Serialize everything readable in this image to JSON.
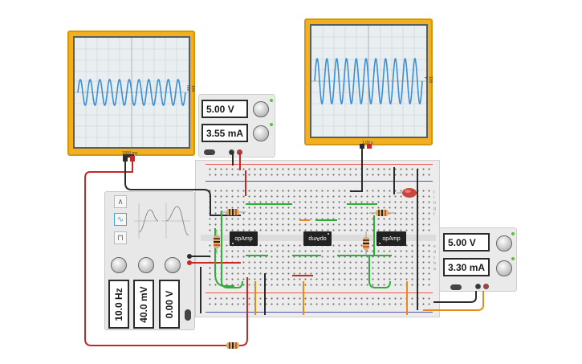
{
  "scope_left": {
    "time_label": "1000 ms",
    "volt_label": "100 mV"
  },
  "scope_right": {
    "time_label": "1.00 s",
    "volt_label": "100 V"
  },
  "psu_top": {
    "voltage": "5.00 V",
    "current": "3.55 mA"
  },
  "psu_right": {
    "voltage": "5.00 V",
    "current": "3.30 mA"
  },
  "function_generator": {
    "waveforms": [
      "triangle-wave-icon",
      "sine-wave-icon",
      "square-wave-icon"
    ],
    "selected_waveform": "sine",
    "frequency": "10.0 Hz",
    "amplitude": "40.0 mV",
    "dc_offset": "0.00 V"
  },
  "opamps": [
    {
      "label": "opAmp"
    },
    {
      "label": "opAmp"
    },
    {
      "label": "opAmp"
    }
  ],
  "breadboard": {
    "row_letters_top": [
      "j",
      "i",
      "h",
      "g",
      "f"
    ],
    "row_letters_bottom": [
      "e",
      "d",
      "c",
      "b",
      "a"
    ]
  },
  "colors": {
    "scope_body": "#f2b01e",
    "trace": "#3a8fd6",
    "wire_red": "#c62828",
    "wire_black": "#2b2b2b",
    "wire_green": "#2fae3a",
    "wire_orange": "#e8891c"
  }
}
